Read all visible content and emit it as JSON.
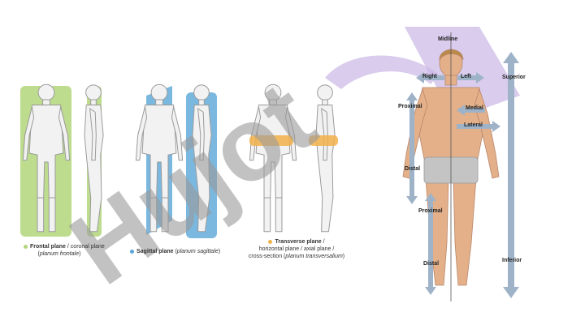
{
  "planes": {
    "frontal": {
      "name": "Frontal plane",
      "alt": "coronal plane",
      "latin": "planum frontale",
      "color": "#b2d67a"
    },
    "sagittal": {
      "name": "Sagittal plane",
      "latin": "planum sagittale",
      "color": "#5aa6d8"
    },
    "transverse": {
      "name": "Transverse plane",
      "alt": "horizontal plane / axial plane /",
      "alt2": "cross-section",
      "latin": "planum transversalium",
      "color": "#f2b24a"
    }
  },
  "directions": {
    "midline": "Midline",
    "right": "Right",
    "left": "Left",
    "superior": "Superior",
    "inferior": "Inferior",
    "proximal_upper": "Proximal",
    "distal_upper": "Distal",
    "medial": "Medial",
    "lateral": "Lateral",
    "proximal_lower": "Proximal",
    "distal_lower": "Distal"
  },
  "watermark": {
    "text": "Hujot",
    "color": "#9a9a9a"
  },
  "colors": {
    "arrow": "#9fb3c8",
    "midline_band": "#c9b6e6",
    "skin": "#e3b08a",
    "outline": "#9a9a9a"
  }
}
